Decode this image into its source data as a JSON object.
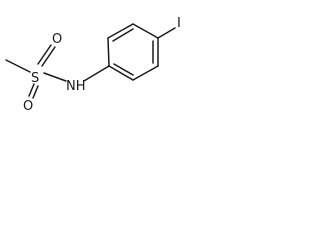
{
  "molecule": {
    "atoms": {
      "sulfur": "S",
      "oxygen_top": "O",
      "oxygen_bottom": "O",
      "amine": "NH",
      "iodine": "I"
    },
    "colors": {
      "ink": "#1a1a1a",
      "background": "#ffffff"
    }
  }
}
